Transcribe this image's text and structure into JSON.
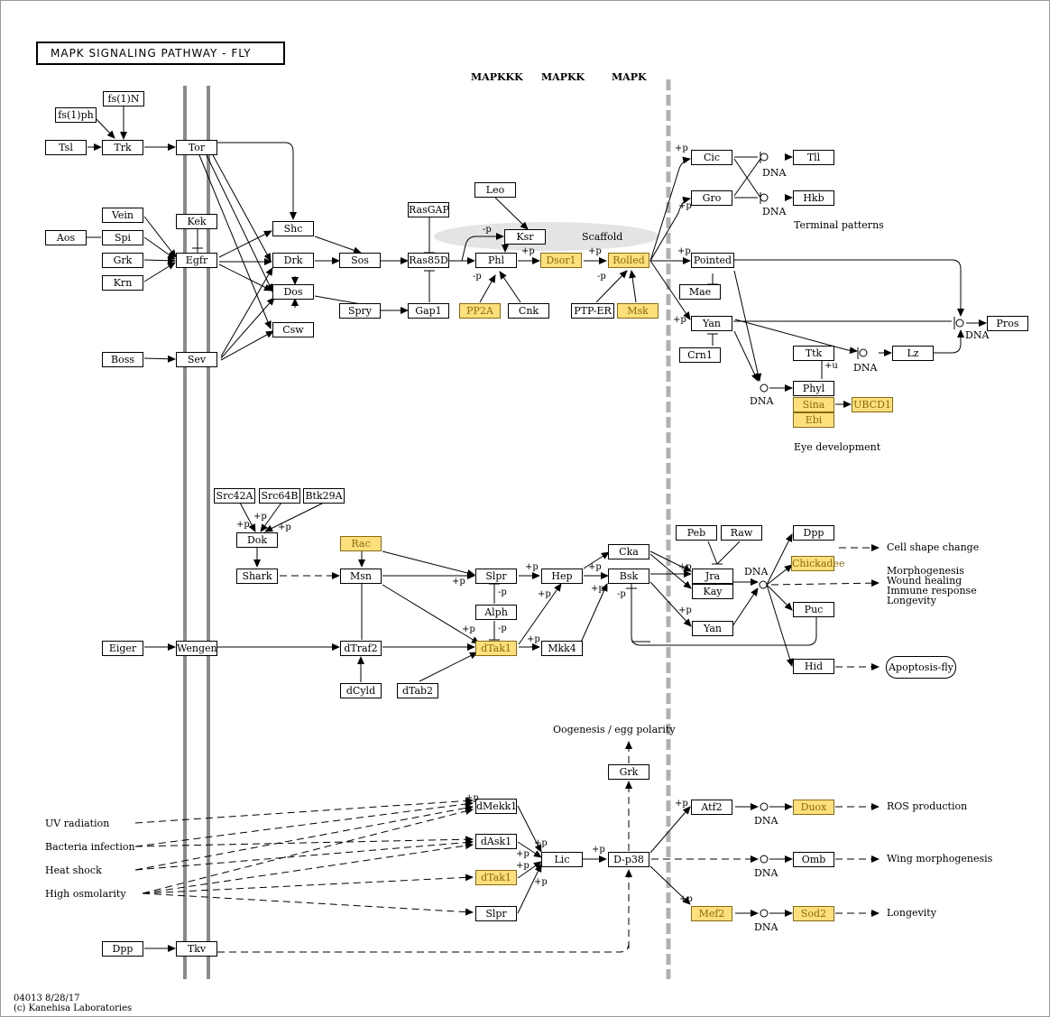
{
  "title": "MAPK SIGNALING PATHWAY - FLY",
  "headers": {
    "mapkkk": "MAPKKK",
    "mapkk": "MAPKK",
    "mapk": "MAPK"
  },
  "nodes": {
    "fs1n": "fs(1)N",
    "fs1ph": "fs(1)ph",
    "tsl": "Tsl",
    "trk": "Trk",
    "tor": "Tor",
    "vein": "Vein",
    "aos": "Aos",
    "spi": "Spi",
    "grk": "Grk",
    "krn": "Krn",
    "kek": "Kek",
    "egfr": "Egfr",
    "shc": "Shc",
    "drk": "Drk",
    "dos": "Dos",
    "csw": "Csw",
    "sos": "Sos",
    "spry": "Spry",
    "rasgap": "RasGAP",
    "ras85d": "Ras85D",
    "gap1": "Gap1",
    "leo": "Leo",
    "ksr": "Ksr",
    "phl": "Phl",
    "pp2a": "PP2A",
    "cnk": "Cnk",
    "dsor1": "Dsor1",
    "rolled": "Rolled",
    "ptper": "PTP-ER",
    "msk": "Msk",
    "boss": "Boss",
    "sev": "Sev",
    "cic": "Cic",
    "gro": "Gro",
    "tll": "Tll",
    "hkb": "Hkb",
    "pointed": "Pointed",
    "mae": "Mae",
    "yan": "Yan",
    "crn1": "Crn1",
    "ttk": "Ttk",
    "lz": "Lz",
    "pros": "Pros",
    "phyl": "Phyl",
    "sina": "Sina",
    "ebi": "Ebi",
    "ubcd1": "UBCD1",
    "src42a": "Src42A",
    "src64b": "Src64B",
    "btk29a": "Btk29A",
    "dok": "Dok",
    "shark": "Shark",
    "rac": "Rac",
    "msn": "Msn",
    "slpr": "Slpr",
    "alph": "Alph",
    "hep": "Hep",
    "cka": "Cka",
    "bsk": "Bsk",
    "peb": "Peb",
    "raw": "Raw",
    "jra": "Jra",
    "kay": "Kay",
    "yan2": "Yan",
    "dpp_out": "Dpp",
    "chickadee": "Chickadee",
    "puc": "Puc",
    "hid": "Hid",
    "eiger": "Eiger",
    "wengen": "Wengen",
    "dtraf2": "dTraf2",
    "dtak1": "dTak1",
    "mkk4": "Mkk4",
    "dcyld": "dCyld",
    "dtab2": "dTab2",
    "apoptosis": "Apoptosis-fly",
    "grk2": "Grk",
    "dmekk1": "dMekk1",
    "dask1": "dAsk1",
    "dtak1b": "dTak1",
    "slpr2": "Slpr",
    "lic": "Lic",
    "dp38": "D-p38",
    "atf2": "Atf2",
    "duox": "Duox",
    "omb": "Omb",
    "mef2": "Mef2",
    "sod2": "Sod2",
    "dpp_in": "Dpp",
    "tkv": "Tkv"
  },
  "labels": {
    "scaffold": "Scaffold",
    "terminal": "Terminal patterns",
    "eye": "Eye development",
    "cell_shape": "Cell shape change",
    "morph": "Morphogenesis",
    "wound": "Wound healing",
    "immune": "Immune response",
    "longevity1": "Longevity",
    "oogenesis": "Oogenesis / egg polarity",
    "ros": "ROS production",
    "wing": "Wing morphogenesis",
    "longevity2": "Longevity",
    "uv": "UV radiation",
    "bacteria": "Bacteria infection",
    "heat": "Heat shock",
    "osmo": "High osmolarity",
    "dna": "DNA",
    "plus_p": "+p",
    "minus_p": "-p",
    "plus_u": "+u"
  },
  "footer": {
    "id": "04013 8/28/17",
    "copyright": "(c) Kanehisa Laboratories"
  }
}
